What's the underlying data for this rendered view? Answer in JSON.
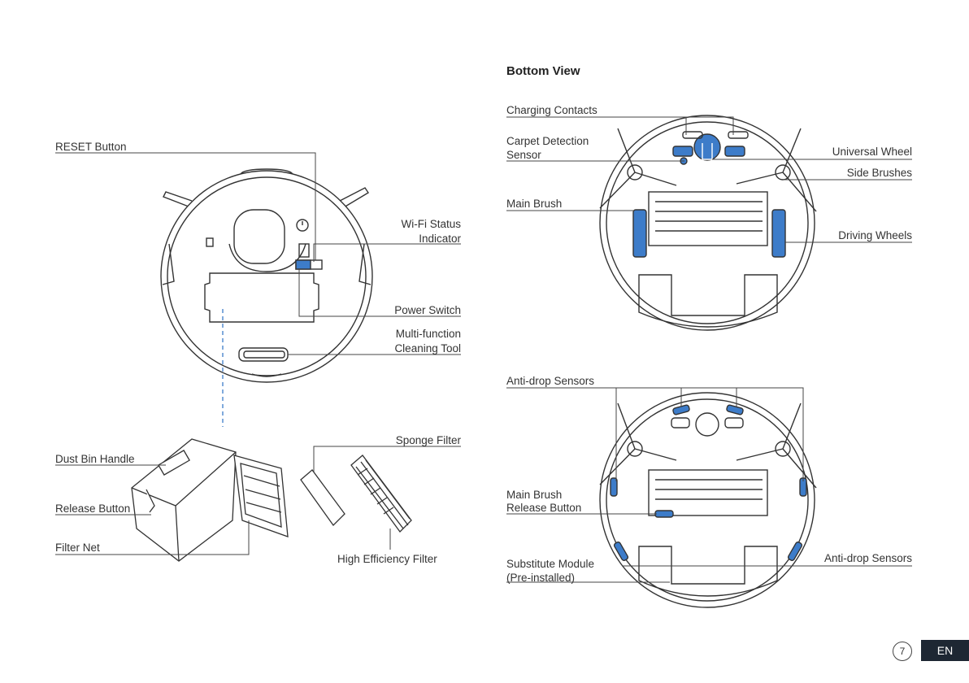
{
  "section_title": "Bottom View",
  "labels": {
    "reset_button": "RESET Button",
    "wifi_status_1": "Wi-Fi Status",
    "wifi_status_2": "Indicator",
    "power_switch": "Power Switch",
    "multi_tool_1": "Multi-function",
    "multi_tool_2": "Cleaning Tool",
    "dust_bin_handle": "Dust Bin Handle",
    "release_button": "Release Button",
    "filter_net": "Filter Net",
    "sponge_filter": "Sponge Filter",
    "high_efficiency_filter": "High Efficiency Filter",
    "charging_contacts": "Charging Contacts",
    "carpet_detection_1": "Carpet Detection",
    "carpet_detection_2": "Sensor",
    "universal_wheel": "Universal Wheel",
    "side_brushes": "Side Brushes",
    "main_brush": "Main Brush",
    "driving_wheels": "Driving Wheels",
    "anti_drop_sensors_top": "Anti-drop Sensors",
    "main_brush_release_1": "Main Brush",
    "main_brush_release_2": "Release Button",
    "substitute_module_1": "Substitute Module",
    "substitute_module_2": "(Pre-installed)",
    "anti_drop_sensors_bottom": "Anti-drop Sensors"
  },
  "footer": {
    "page_number": "7",
    "language": "EN"
  },
  "colors": {
    "accent_blue": "#3d7cc9",
    "line": "#444444",
    "footer_bg": "#1e2733"
  }
}
